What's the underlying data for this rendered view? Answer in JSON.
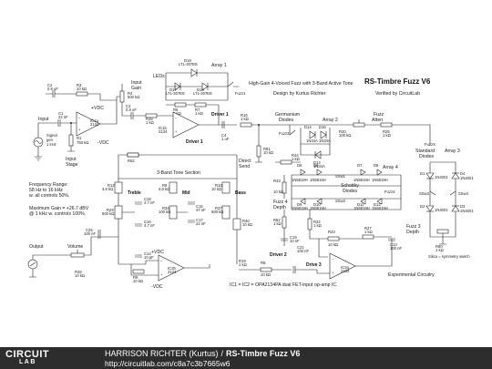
{
  "header": {
    "title": "High-Gain 4-Voiced Fuzz with 3-Band Active Tone",
    "designer": "Design by Kurtus Richter",
    "verified": "Verified by CircuitLab",
    "circuit_name": "RS-Timbre Fuzz V6"
  },
  "notes": {
    "freq_range_1": "Frequency Range:",
    "freq_range_2": "58 Hz to 16 kHz",
    "freq_range_3": "w. all controls 50%.",
    "max_gain_1": "Maximum Gain = +26.7 dBV",
    "max_gain_2": "@ 1 kHz w. controls 100%.",
    "ic_note": "IC1 = IC2 = OPA2134PA dual FET-input op-amp IC.",
    "experimental": "Experimental Circuitry",
    "silica": "Silica = symmetry switch"
  },
  "sections": {
    "input": "Input",
    "input_stage_1": "Input",
    "input_stage_2": "Stage",
    "input_gain_1": "Input",
    "input_gain_2": "Gain",
    "leds": "LEDs",
    "driver1": "Driver 1",
    "direct_send_1": "Direct",
    "direct_send_2": "Send",
    "germanium_1": "Germanium",
    "germanium_2": "Diodes",
    "array1": "Array 1",
    "array2": "Array 2",
    "array3": "Array 3",
    "array4": "Array 4",
    "fuzz_atten_1": "Fuzz",
    "fuzz_atten_2": "Atten",
    "schottky_1": "Schottky",
    "schottky_2": "Diodes",
    "standard_1": "Standard",
    "standard_2": "Diodes",
    "fuzz4_1": "Fuzz 4",
    "fuzz4_2": "Depth",
    "fuzz3_1": "Fuzz 3",
    "fuzz3_2": "Depth",
    "tone": "3-Band Tone Section",
    "treble": "Treble",
    "mid": "Mid",
    "bass": "Bass",
    "output": "Output",
    "volume": "Volume",
    "driver2": "Driver 2",
    "driver3": "Drive 3",
    "signal_gen_1": "Signal",
    "signal_gen_2": "gen",
    "signal_gen_3": "1 kHz",
    "vcc_pos": "+VDC",
    "vcc_neg": "-VDC"
  },
  "components": {
    "c2": "C2",
    "c2v": "0.8 uF",
    "r3": "R3",
    "r3v": "10 kΩ",
    "c1": "C1",
    "c1v": "22 nF",
    "r1": "R1",
    "r1v": "750 kΩ",
    "ic1a": "IC1a",
    "ic1av": "2134",
    "r4": "R4",
    "r4v": "500 kΩ",
    "r5": "R5",
    "r5v": "1 kΩ",
    "c3": "C3",
    "c3v": "0.8 uF",
    "d19": "D19",
    "d19v": "LTL-307EE",
    "d17": "D17",
    "d17v": "LTL-307EE",
    "d18": "D18",
    "d18v": "LTL-307EE",
    "r6": "R6",
    "r6v": "1 kΩ",
    "r7": "R7",
    "r7v": "1 kΩ",
    "r15": "R15",
    "r15v": "1 kΩ",
    "ic1b": "IC1b",
    "ic1bv": "2134",
    "c4": "C4",
    "c4v": "1 uF",
    "r16": "R16",
    "r16v": "1 kΩ",
    "r81": "R81",
    "r81v": "10 kΩ",
    "d14": "D14",
    "d14v": "1N34A",
    "d16": "D16",
    "d16v": "1N34A",
    "d13": "D13",
    "d13v": "1N34A",
    "r20": "R20",
    "r20v": "100 kΩ",
    "r25": "R25",
    "r25v": "1 kΩ",
    "fuzz1": "Fuzz1",
    "fuzz2": "Fuzz2",
    "fuzz3": "Fuzz3",
    "fuzz4": "Fuzz4",
    "fuzz_x": "FuzzX",
    "sel_a": "SSw1",
    "sel_b": "SSw2",
    "sel_c": "SSw3",
    "sel_d": "SSw4",
    "d5": "D5",
    "d6": "D6",
    "d7": "D7",
    "d8": "D8",
    "d9": "D9",
    "d10": "D10",
    "d11": "D11",
    "d12": "D12",
    "d_sk": "1N5819H",
    "d1": "D1",
    "d2": "D2",
    "d3": "D3",
    "d4": "D4",
    "d_std": "1N4001",
    "r43": "R43",
    "r43v": "10 kΩ",
    "r44": "R44",
    "r44v": "1 kΩ",
    "r62": "R62",
    "r62v": "1 kΩ",
    "r46": "R46",
    "r46v": "1 kΩ",
    "r12": "R12",
    "r12v": "3.6 kΩ",
    "r10": "R10",
    "r10v": "10 kΩ",
    "r29": "R29",
    "r29v": "500 kΩ",
    "c16": "C16",
    "c16v": "4.7 nF",
    "r34": "R34",
    "r34v": "100 kΩ",
    "c17": "C17",
    "c17v": "22 nF",
    "r37": "R37",
    "r37v": "500 kΩ",
    "r40": "R40",
    "r40v": "10 kΩ",
    "c15": "C15",
    "c15v": "47 nF",
    "c18": "C18",
    "c18v": "4.7 nF",
    "c25": "C25",
    "c25v": "100 nF",
    "c14": "C14",
    "c14v": "10 pF",
    "ic2b": "IC2b",
    "ic2bv": "2134",
    "r9": "R9",
    "r9v": "10 kΩ",
    "r8": "R8",
    "r8v": "10 kΩ",
    "c19": "C19",
    "c19v": "10 nF",
    "c21": "C21",
    "c21v": "100 nF",
    "r27": "R27",
    "r27v": "1 kΩ",
    "r23": "R23",
    "r23v": "10 kΩ",
    "ic2a": "IC2a",
    "ic2av": "2134",
    "c13": "C13",
    "c13v": "100 nF",
    "r19": "R19",
    "r19v": "1 kΩ",
    "r22": "R22",
    "r22v": "1 kΩ",
    "rvol": "R28",
    "rvolv": "10 kΩ",
    "r60": "R60",
    "r60v": "1 kΩ"
  },
  "footer": {
    "logo_line1": "CIRCUIT",
    "logo_line2": "LAB",
    "author": "HARRISON RICHTER (Kurtus)",
    "separator": "/",
    "circuit": "RS-Timbre Fuzz V6",
    "url": "http://circuitlab.com/c8a7c3b7665w6"
  }
}
